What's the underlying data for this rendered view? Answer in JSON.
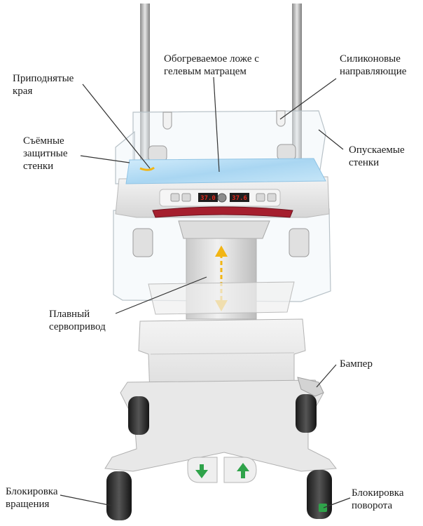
{
  "labels": {
    "raised_edges": [
      "Приподнятые",
      "края"
    ],
    "heated_bed": [
      "Обогреваемое ложе с",
      "гелевым матрацем"
    ],
    "silicone_guides": [
      "Силиконовые",
      "направляющие"
    ],
    "removable_walls": [
      "Съёмные",
      "защитные",
      "стенки"
    ],
    "lowerable_walls": [
      "Опускаемые",
      "стенки"
    ],
    "servo_drive": [
      "Плавный",
      "сервопривод"
    ],
    "bumper": [
      "Бампер"
    ],
    "rotation_lock": [
      "Блокировка",
      "вращения"
    ],
    "swivel_lock": [
      "Блокировка",
      "поворота"
    ]
  },
  "display": {
    "left_readout": "37.0",
    "right_readout": "37.6"
  },
  "colors": {
    "handle": "#a51f2e",
    "arrow": "#f2b514",
    "mattress": "#b9def4",
    "pedal_arrow": "#2fa34a",
    "body": "#e7e7e7",
    "led": "#e0281c"
  },
  "icons": [
    "arrow-down-icon",
    "arrow-up-icon"
  ]
}
